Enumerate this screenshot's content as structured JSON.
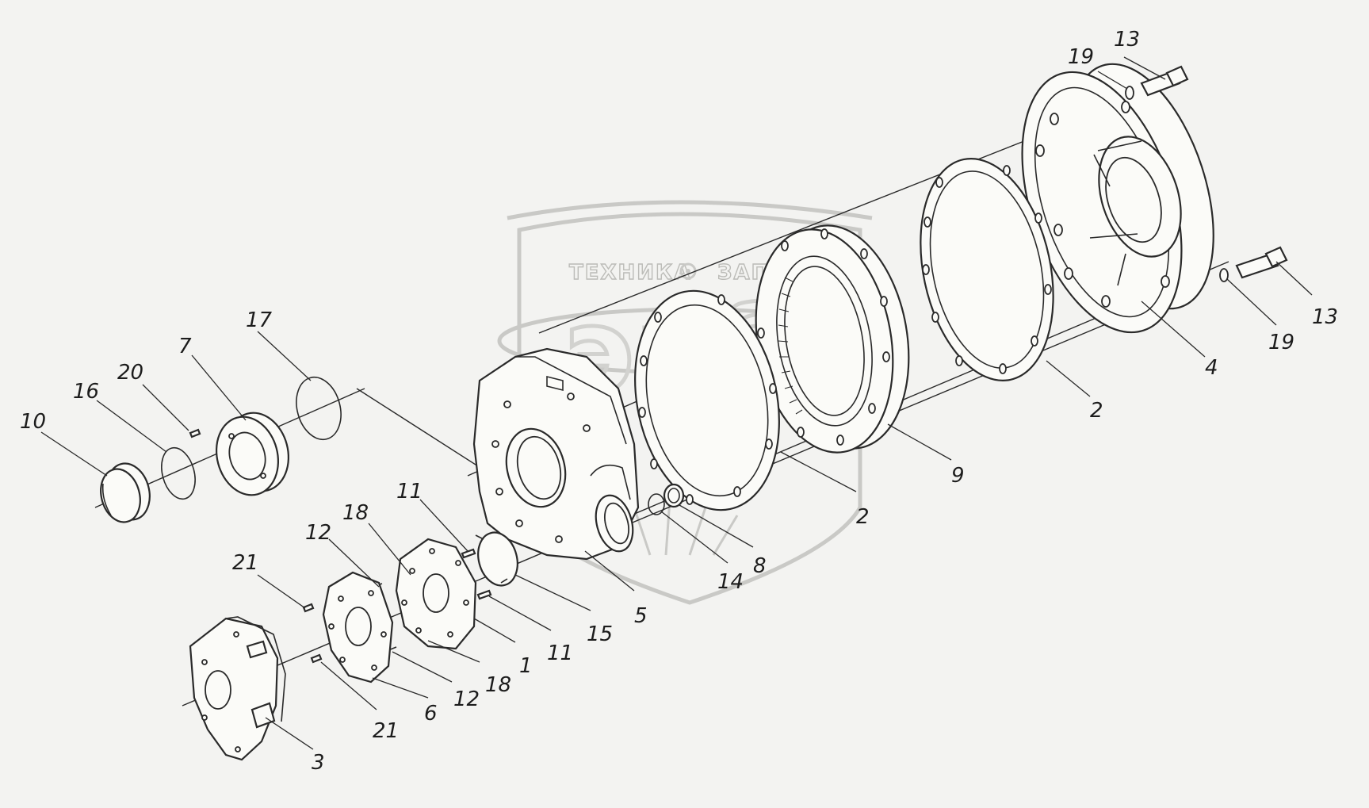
{
  "watermark": {
    "left_text": "ТЕХНИКА",
    "right_text": "ЗАПЧАСТИ",
    "letters": "эпб"
  },
  "callouts": [
    {
      "id": "c13a",
      "label": "13"
    },
    {
      "id": "c19a",
      "label": "19"
    },
    {
      "id": "c13b",
      "label": "13"
    },
    {
      "id": "c19b",
      "label": "19"
    },
    {
      "id": "c4",
      "label": "4"
    },
    {
      "id": "c2a",
      "label": "2"
    },
    {
      "id": "c9",
      "label": "9"
    },
    {
      "id": "c2b",
      "label": "2"
    },
    {
      "id": "c8",
      "label": "8"
    },
    {
      "id": "c14",
      "label": "14"
    },
    {
      "id": "c5",
      "label": "5"
    },
    {
      "id": "c15",
      "label": "15"
    },
    {
      "id": "c11a",
      "label": "11"
    },
    {
      "id": "c11b",
      "label": "11"
    },
    {
      "id": "c1",
      "label": "1"
    },
    {
      "id": "c18a",
      "label": "18"
    },
    {
      "id": "c18b",
      "label": "18"
    },
    {
      "id": "c12a",
      "label": "12"
    },
    {
      "id": "c12b",
      "label": "12"
    },
    {
      "id": "c6",
      "label": "6"
    },
    {
      "id": "c21a",
      "label": "21"
    },
    {
      "id": "c21b",
      "label": "21"
    },
    {
      "id": "c3",
      "label": "3"
    },
    {
      "id": "c17",
      "label": "17"
    },
    {
      "id": "c7",
      "label": "7"
    },
    {
      "id": "c20",
      "label": "20"
    },
    {
      "id": "c16",
      "label": "16"
    },
    {
      "id": "c10",
      "label": "10"
    }
  ]
}
